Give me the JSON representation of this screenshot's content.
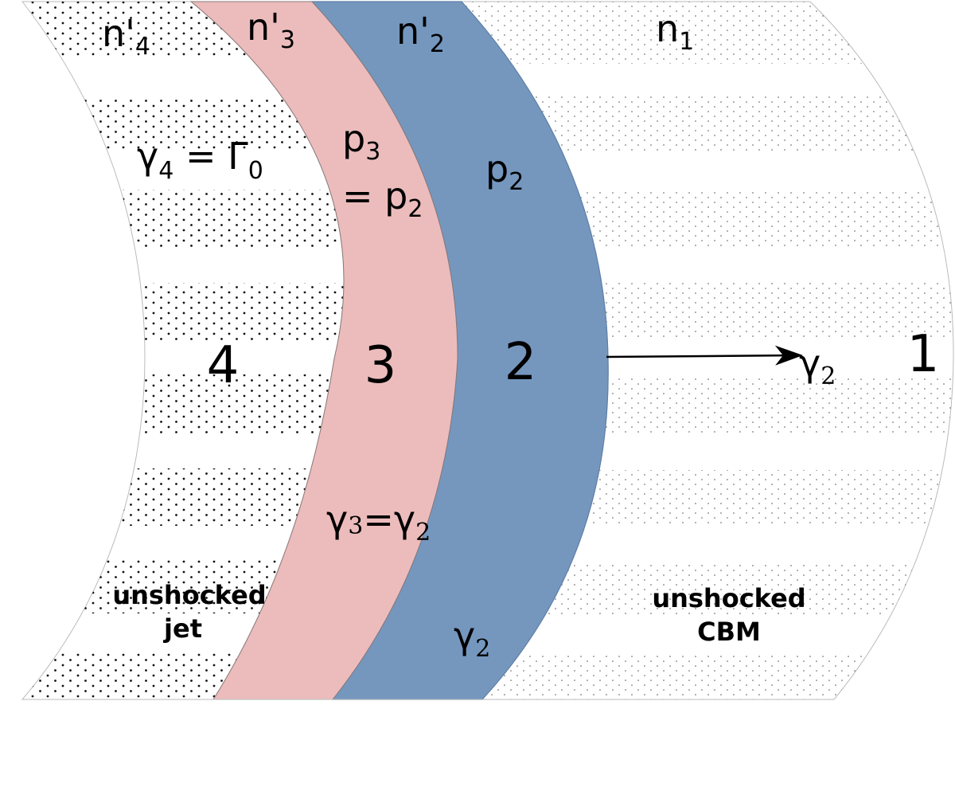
{
  "colors": {
    "region3_fill": "#ecbcbc",
    "region2_fill": "#7597be",
    "outline": "#666666",
    "dots": "#111111"
  },
  "labels": {
    "n4": {
      "base": "n'",
      "sub": "4"
    },
    "n3": {
      "base": "n'",
      "sub": "3"
    },
    "n2": {
      "base": "n'",
      "sub": "2"
    },
    "n1": {
      "base": "n",
      "sub": "1"
    },
    "gamma4": {
      "base": "γ",
      "sub": "4",
      "eq": " = Γ",
      "sub2": "0"
    },
    "p3": {
      "base": "p",
      "sub": "3"
    },
    "p3_eq": {
      "base": "= p",
      "sub": "2"
    },
    "p2": {
      "base": "p",
      "sub": "2"
    },
    "num4": "4",
    "num3": "3",
    "num2": "2",
    "num1": "1",
    "gamma_arrow": {
      "base": "γ",
      "sub": "2"
    },
    "gamma3": {
      "base": "γ",
      "sub": "3",
      "eq": "=γ",
      "sub2": "2"
    },
    "gamma2_bottom": {
      "base": "γ",
      "sub": "2"
    },
    "unshocked_jet": [
      "unshocked",
      "jet"
    ],
    "unshocked_cbm": [
      "unshocked",
      "CBM"
    ]
  }
}
